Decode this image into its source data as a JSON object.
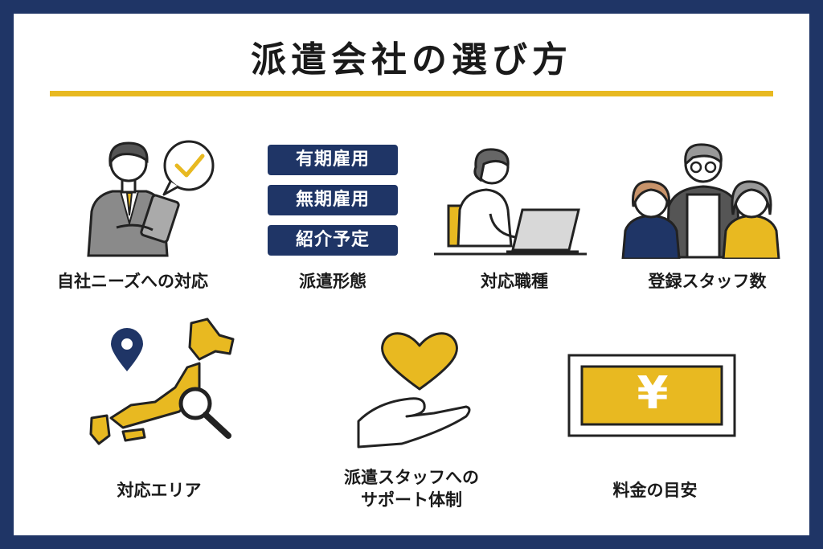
{
  "title": "派遣会社の選び方",
  "colors": {
    "navy": "#1f3566",
    "gold": "#e8b921",
    "text": "#1a1a1a"
  },
  "items": [
    {
      "label": "自社ニーズへの対応",
      "icon": "consultant-with-checkmark-icon"
    },
    {
      "label": "派遣形態",
      "tags": [
        "有期雇用",
        "無期雇用",
        "紹介予定"
      ]
    },
    {
      "label": "対応職種",
      "icon": "worker-at-laptop-icon"
    },
    {
      "label": "登録スタッフ数",
      "icon": "staff-group-icon"
    },
    {
      "label": "対応エリア",
      "icon": "japan-map-search-icon"
    },
    {
      "label_line1": "派遣スタッフへの",
      "label_line2": "サポート体制",
      "icon": "heart-on-hand-icon"
    },
    {
      "label": "料金の目安",
      "icon": "yen-bill-icon",
      "symbol": "¥"
    }
  ]
}
